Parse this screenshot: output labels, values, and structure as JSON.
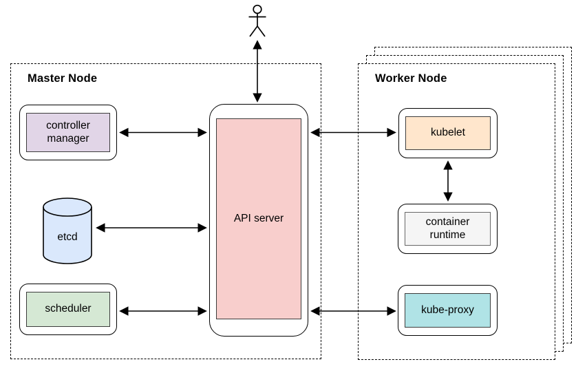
{
  "master_node": {
    "label": "Master Node",
    "controller_manager": "controller manager",
    "etcd": "etcd",
    "scheduler": "scheduler"
  },
  "api_server": "API server",
  "worker_node": {
    "label": "Worker Node",
    "kubelet": "kubelet",
    "container_runtime": "container runtime",
    "kube_proxy": "kube-proxy"
  },
  "colors": {
    "controller_manager_fill": "#e1d5e7",
    "etcd_fill": "#dae8fc",
    "scheduler_fill": "#d5e8d4",
    "api_server_fill": "#f8cecc",
    "kubelet_fill": "#ffe6cc",
    "container_runtime_fill": "#f5f5f5",
    "kube_proxy_fill": "#b0e3e6",
    "stroke": "#000000"
  },
  "connections": [
    {
      "from": "user",
      "to": "API server",
      "type": "bidirectional"
    },
    {
      "from": "controller manager",
      "to": "API server",
      "type": "bidirectional"
    },
    {
      "from": "etcd",
      "to": "API server",
      "type": "bidirectional"
    },
    {
      "from": "scheduler",
      "to": "API server",
      "type": "bidirectional"
    },
    {
      "from": "API server",
      "to": "kubelet",
      "type": "bidirectional"
    },
    {
      "from": "kubelet",
      "to": "container runtime",
      "type": "bidirectional"
    },
    {
      "from": "API server",
      "to": "kube-proxy",
      "type": "bidirectional"
    }
  ]
}
